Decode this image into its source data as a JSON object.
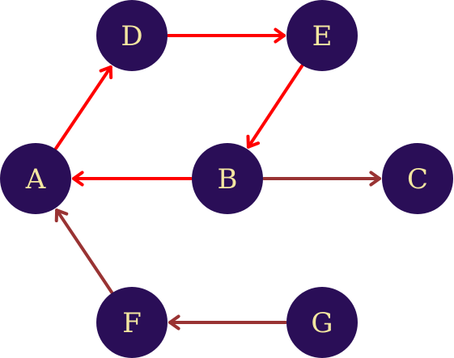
{
  "nodes": [
    {
      "id": "D",
      "label": "D"
    },
    {
      "id": "E",
      "label": "E"
    },
    {
      "id": "A",
      "label": "A"
    },
    {
      "id": "B",
      "label": "B"
    },
    {
      "id": "C",
      "label": "C"
    },
    {
      "id": "F",
      "label": "F"
    },
    {
      "id": "G",
      "label": "G"
    }
  ],
  "edges": [
    {
      "from": "A",
      "to": "D",
      "highlighted": true
    },
    {
      "from": "D",
      "to": "E",
      "highlighted": true
    },
    {
      "from": "E",
      "to": "B",
      "highlighted": true
    },
    {
      "from": "B",
      "to": "A",
      "highlighted": true
    },
    {
      "from": "B",
      "to": "C",
      "highlighted": false
    },
    {
      "from": "F",
      "to": "A",
      "highlighted": false
    },
    {
      "from": "G",
      "to": "F",
      "highlighted": false
    }
  ],
  "colors": {
    "node_fill": "#2a0e57",
    "node_text": "#f3e6a0",
    "edge_highlight": "#ff0000",
    "edge_default": "#993333"
  }
}
